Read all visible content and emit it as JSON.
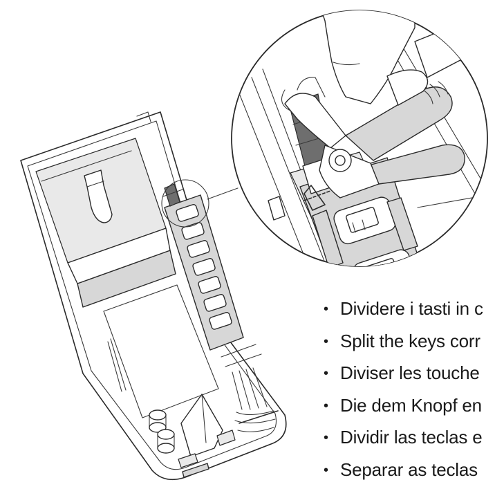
{
  "instructions": {
    "items": [
      "Dividere i tasti in c",
      "Split the keys corr",
      "Diviser les touche",
      "Die dem Knopf en",
      "Dividir las teclas e",
      "Separar as teclas"
    ]
  }
}
